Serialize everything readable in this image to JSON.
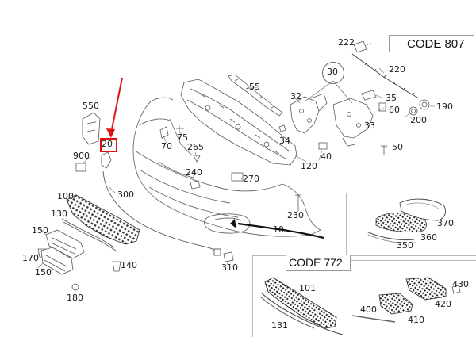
{
  "codes": {
    "code_807": "CODE 807",
    "code_772": "CODE 772"
  },
  "callouts": {
    "c20": "20",
    "c10": "10",
    "c30": "30",
    "c32": "32",
    "c33": "33",
    "c34": "34",
    "c35": "35",
    "c40": "40",
    "c50": "50",
    "c55": "55",
    "c60": "60",
    "c70": "70",
    "c75": "75",
    "c100": "100",
    "c101": "101",
    "c120": "120",
    "c130": "130",
    "c131": "131",
    "c140": "140",
    "c150a": "150",
    "c150b": "150",
    "c170": "170",
    "c180": "180",
    "c190": "190",
    "c200": "200",
    "c220": "220",
    "c222": "222",
    "c230": "230",
    "c240": "240",
    "c265": "265",
    "c270": "270",
    "c300": "300",
    "c310": "310",
    "c350": "350",
    "c360": "360",
    "c370": "370",
    "c400": "400",
    "c410": "410",
    "c420": "420",
    "c430": "430",
    "c550": "550",
    "c900": "900"
  },
  "colors": {
    "line": "#555555",
    "highlight_arrow": "#e01010",
    "highlight_box": "#e01010",
    "leader_arrow": "#111111",
    "panel_border": "#b8b8b8"
  }
}
